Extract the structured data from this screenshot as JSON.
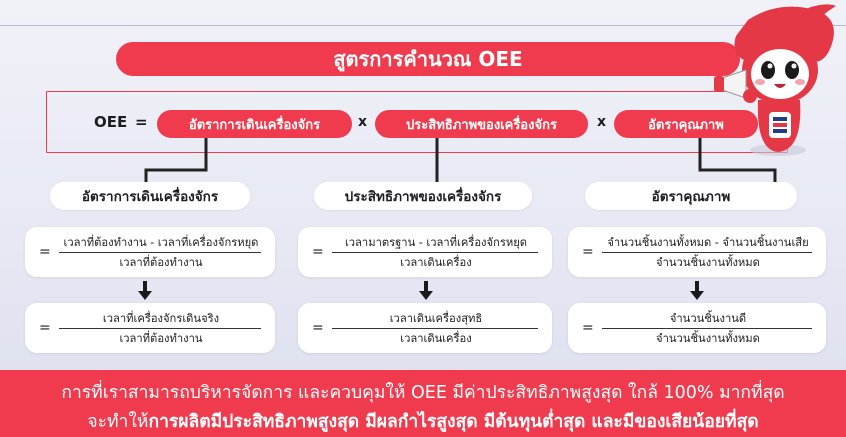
{
  "title": "สูตรการคำนวณ OEE",
  "formula": {
    "lhs": "OEE",
    "equals": "=",
    "times": "x",
    "terms": [
      "อัตราการเดินเครื่องจักร",
      "ประสิทธิภาพของเครื่องจักร",
      "อัตราคุณภาพ"
    ]
  },
  "factors": [
    {
      "name": "อัตราการเดินเครื่องจักร",
      "step1": {
        "eq": "=",
        "numerator": "เวลาที่ต้องทำงาน - เวลาที่เครื่องจักรหยุด",
        "denominator": "เวลาที่ต้องทำงาน"
      },
      "step2": {
        "eq": "=",
        "numerator": "เวลาที่เครื่องจักรเดินจริง",
        "denominator": "เวลาที่ต้องทำงาน"
      }
    },
    {
      "name": "ประสิทธิภาพของเครื่องจักร",
      "step1": {
        "eq": "=",
        "numerator": "เวลามาตรฐาน - เวลาที่เครื่องจักรหยุด",
        "denominator": "เวลาเดินเครื่อง"
      },
      "step2": {
        "eq": "=",
        "numerator": "เวลาเดินเครื่องสุทธิ",
        "denominator": "เวลาเดินเครื่อง"
      }
    },
    {
      "name": "อัตราคุณภาพ",
      "step1": {
        "eq": "=",
        "numerator": "จำนวนชิ้นงานทั้งหมด - จำนวนชิ้นงานเสีย",
        "denominator": "จำนวนชิ้นงานทั้งหมด"
      },
      "step2": {
        "eq": "=",
        "numerator": "จำนวนชิ้นงานดี",
        "denominator": "จำนวนชิ้นงานทั้งหมด"
      }
    }
  ],
  "footer": {
    "line1": "การที่เราสามารถบริหารจัดการ และควบคุมให้ OEE มีค่าประสิทธิภาพสูงสุด ใกล้ 100% มากที่สุด",
    "line2_prefix": "จะทำให้",
    "line2_bold": "การผลิตมีประสิทธิภาพสูงสุด มีผลกำไรสูงสุด มีต้นทุนต่ำสุด และมีของเสียน้อยที่สุด"
  },
  "colors": {
    "accent": "#ef3b4d",
    "background": "#e6e8f3",
    "card": "#ffffff",
    "text": "#1e1e22"
  },
  "icons": {
    "arrow": "arrow-down-icon",
    "mascot": "mascot-megaphone-icon"
  }
}
